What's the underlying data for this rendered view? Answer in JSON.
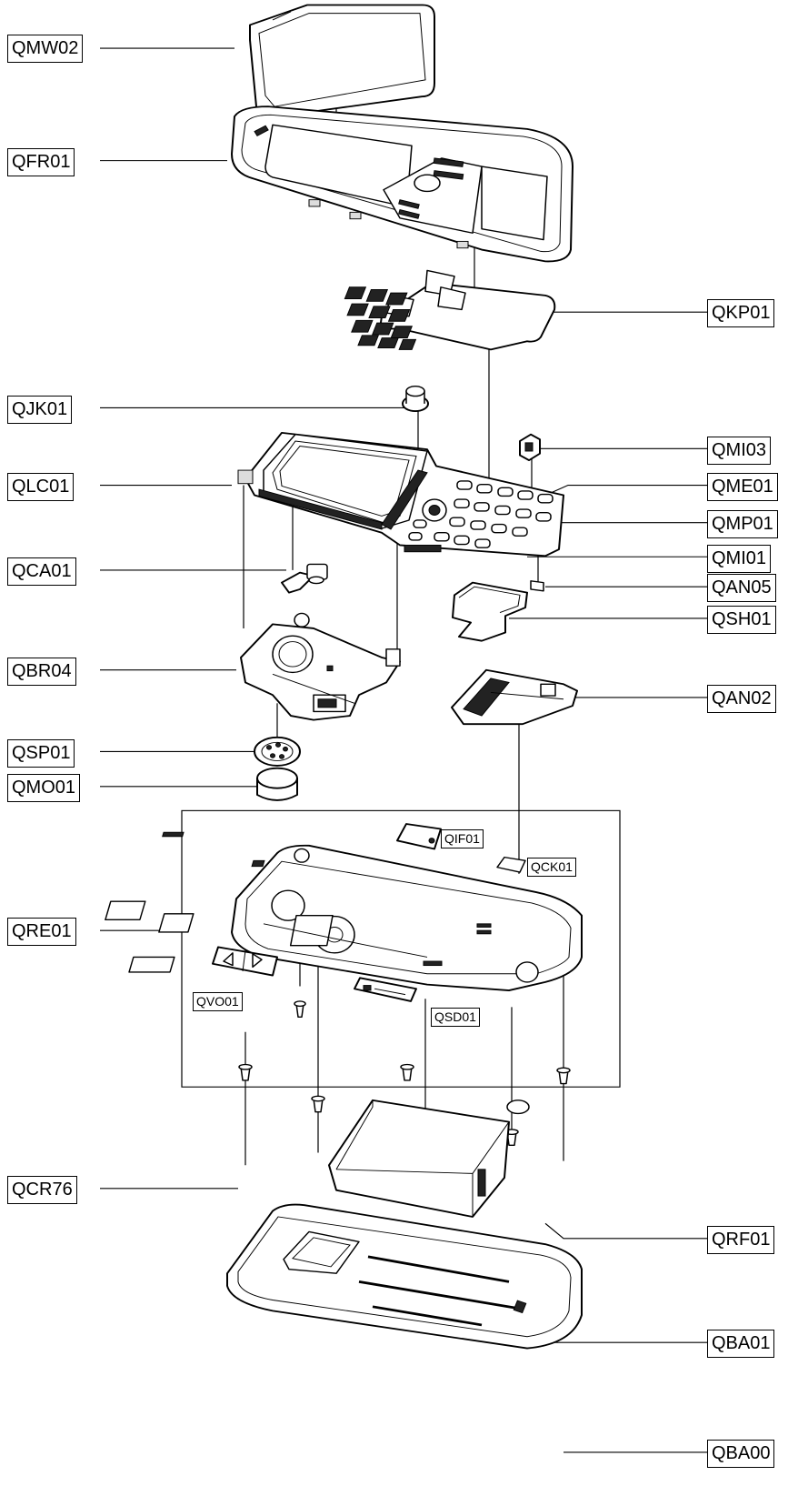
{
  "labels": {
    "QMW02": "QMW02",
    "QFR01": "QFR01",
    "QKP01": "QKP01",
    "QJK01": "QJK01",
    "QMI03": "QMI03",
    "QLC01": "QLC01",
    "QME01": "QME01",
    "QMP01": "QMP01",
    "QCA01": "QCA01",
    "QMI01": "QMI01",
    "QAN05": "QAN05",
    "QSH01": "QSH01",
    "QBR04": "QBR04",
    "QAN02": "QAN02",
    "QSP01": "QSP01",
    "QMO01": "QMO01",
    "QIF01": "QIF01",
    "QCK01": "QCK01",
    "QRE01": "QRE01",
    "QVO01": "QVO01",
    "QSD01": "QSD01",
    "QCR76": "QCR76",
    "QRF01": "QRF01",
    "QBA01": "QBA01",
    "QBA00": "QBA00"
  }
}
